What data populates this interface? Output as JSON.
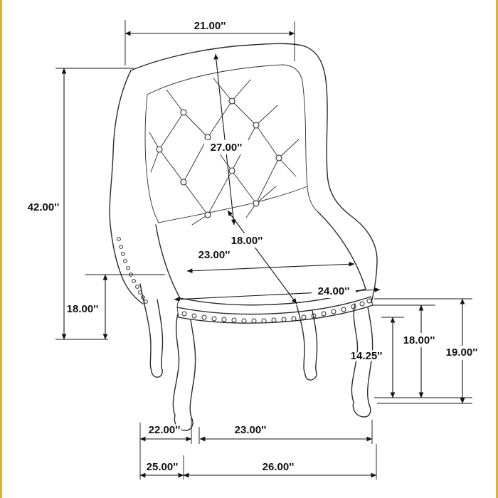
{
  "diagram": {
    "subject": "tufted-wingback-dining-chair-dimension-diagram"
  },
  "colors": {
    "edge_accent": "#ddb23a",
    "line": "#141414"
  },
  "dims": {
    "top_width": "21.00''",
    "overall_height": "42.00''",
    "back_height": "27.00''",
    "seat_depth": "18.00''",
    "seat_width": "23.00''",
    "overall_width": "24.00''",
    "seat_height": "18.00''",
    "front_leg_height": "14.25''",
    "right_height_18": "18.00''",
    "right_height_19": "19.00''",
    "bottom_left_span": "22.00''",
    "front_feet_span": "23.00''",
    "bottom_left_outer_span": "25.00''",
    "base_depth_span": "26.00''"
  }
}
